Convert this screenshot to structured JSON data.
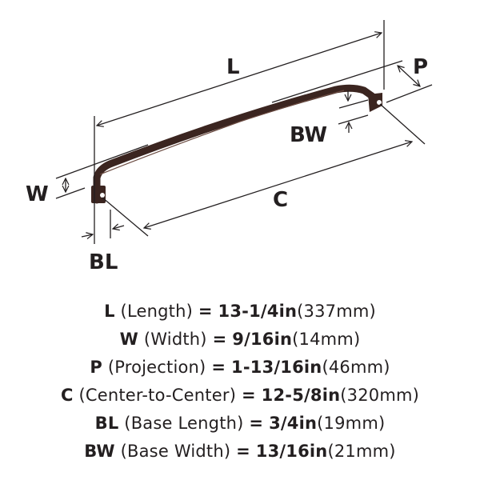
{
  "diagram": {
    "labels": {
      "L": "L",
      "P": "P",
      "BW": "BW",
      "W": "W",
      "C": "C",
      "BL": "BL"
    },
    "colors": {
      "handle": "#3b2520",
      "line": "#231f20"
    }
  },
  "specs": [
    {
      "code": "L",
      "name": "(Length)",
      "eq": "=",
      "imperial": "13-1/4in",
      "metric": "(337mm)"
    },
    {
      "code": "W",
      "name": "(Width)",
      "eq": "=",
      "imperial": "9/16in",
      "metric": "(14mm)"
    },
    {
      "code": "P",
      "name": "(Projection)",
      "eq": "=",
      "imperial": "1-13/16in",
      "metric": "(46mm)"
    },
    {
      "code": "C",
      "name": "(Center-to-Center)",
      "eq": "=",
      "imperial": "12-5/8in",
      "metric": "(320mm)"
    },
    {
      "code": "BL",
      "name": "(Base Length)",
      "eq": "=",
      "imperial": "3/4in",
      "metric": "(19mm)"
    },
    {
      "code": "BW",
      "name": "(Base Width)",
      "eq": "=",
      "imperial": "13/16in",
      "metric": "(21mm)"
    }
  ]
}
